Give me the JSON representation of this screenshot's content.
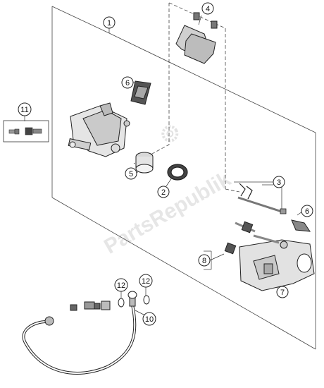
{
  "diagram": {
    "watermark": "PartsRepublik",
    "callouts": [
      {
        "id": "c1",
        "label": "1"
      },
      {
        "id": "c2",
        "label": "2"
      },
      {
        "id": "c3",
        "label": "3"
      },
      {
        "id": "c4",
        "label": "4"
      },
      {
        "id": "c5",
        "label": "5"
      },
      {
        "id": "c6a",
        "label": "6"
      },
      {
        "id": "c6b",
        "label": "6"
      },
      {
        "id": "c7",
        "label": "7"
      },
      {
        "id": "c8",
        "label": "8"
      },
      {
        "id": "c10",
        "label": "10"
      },
      {
        "id": "c11",
        "label": "11"
      },
      {
        "id": "c12a",
        "label": "12"
      },
      {
        "id": "c12b",
        "label": "12"
      }
    ]
  }
}
